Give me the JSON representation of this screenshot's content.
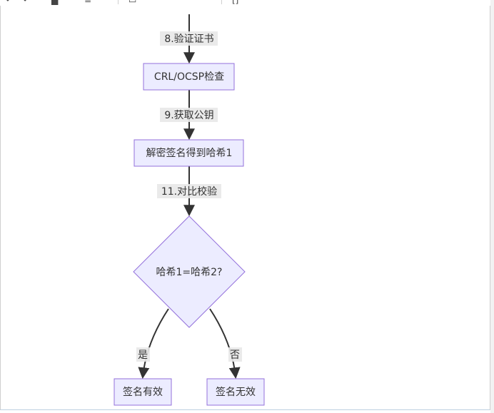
{
  "toolbar": {
    "icons": [
      "undo-icon",
      "redo-icon",
      "bold-icon",
      "format-icon",
      "insert-icon",
      "link-icon",
      "code-icon"
    ]
  },
  "diagram": {
    "nodes": {
      "crl": "CRL/OCSP检查",
      "decrypt": "解密签名得到哈希1",
      "decision": "哈希1=哈希2?",
      "valid": "签名有效",
      "invalid": "签名无效"
    },
    "edges": {
      "verify_cert": "8.验证证书",
      "get_pubkey": "9.获取公钥",
      "compare": "11.对比校验",
      "yes": "是",
      "no": "否"
    }
  },
  "colors": {
    "node_fill": "#ECECFF",
    "node_stroke": "#9370DB",
    "edge": "#333333",
    "label_bg": "#e8e8e8"
  }
}
